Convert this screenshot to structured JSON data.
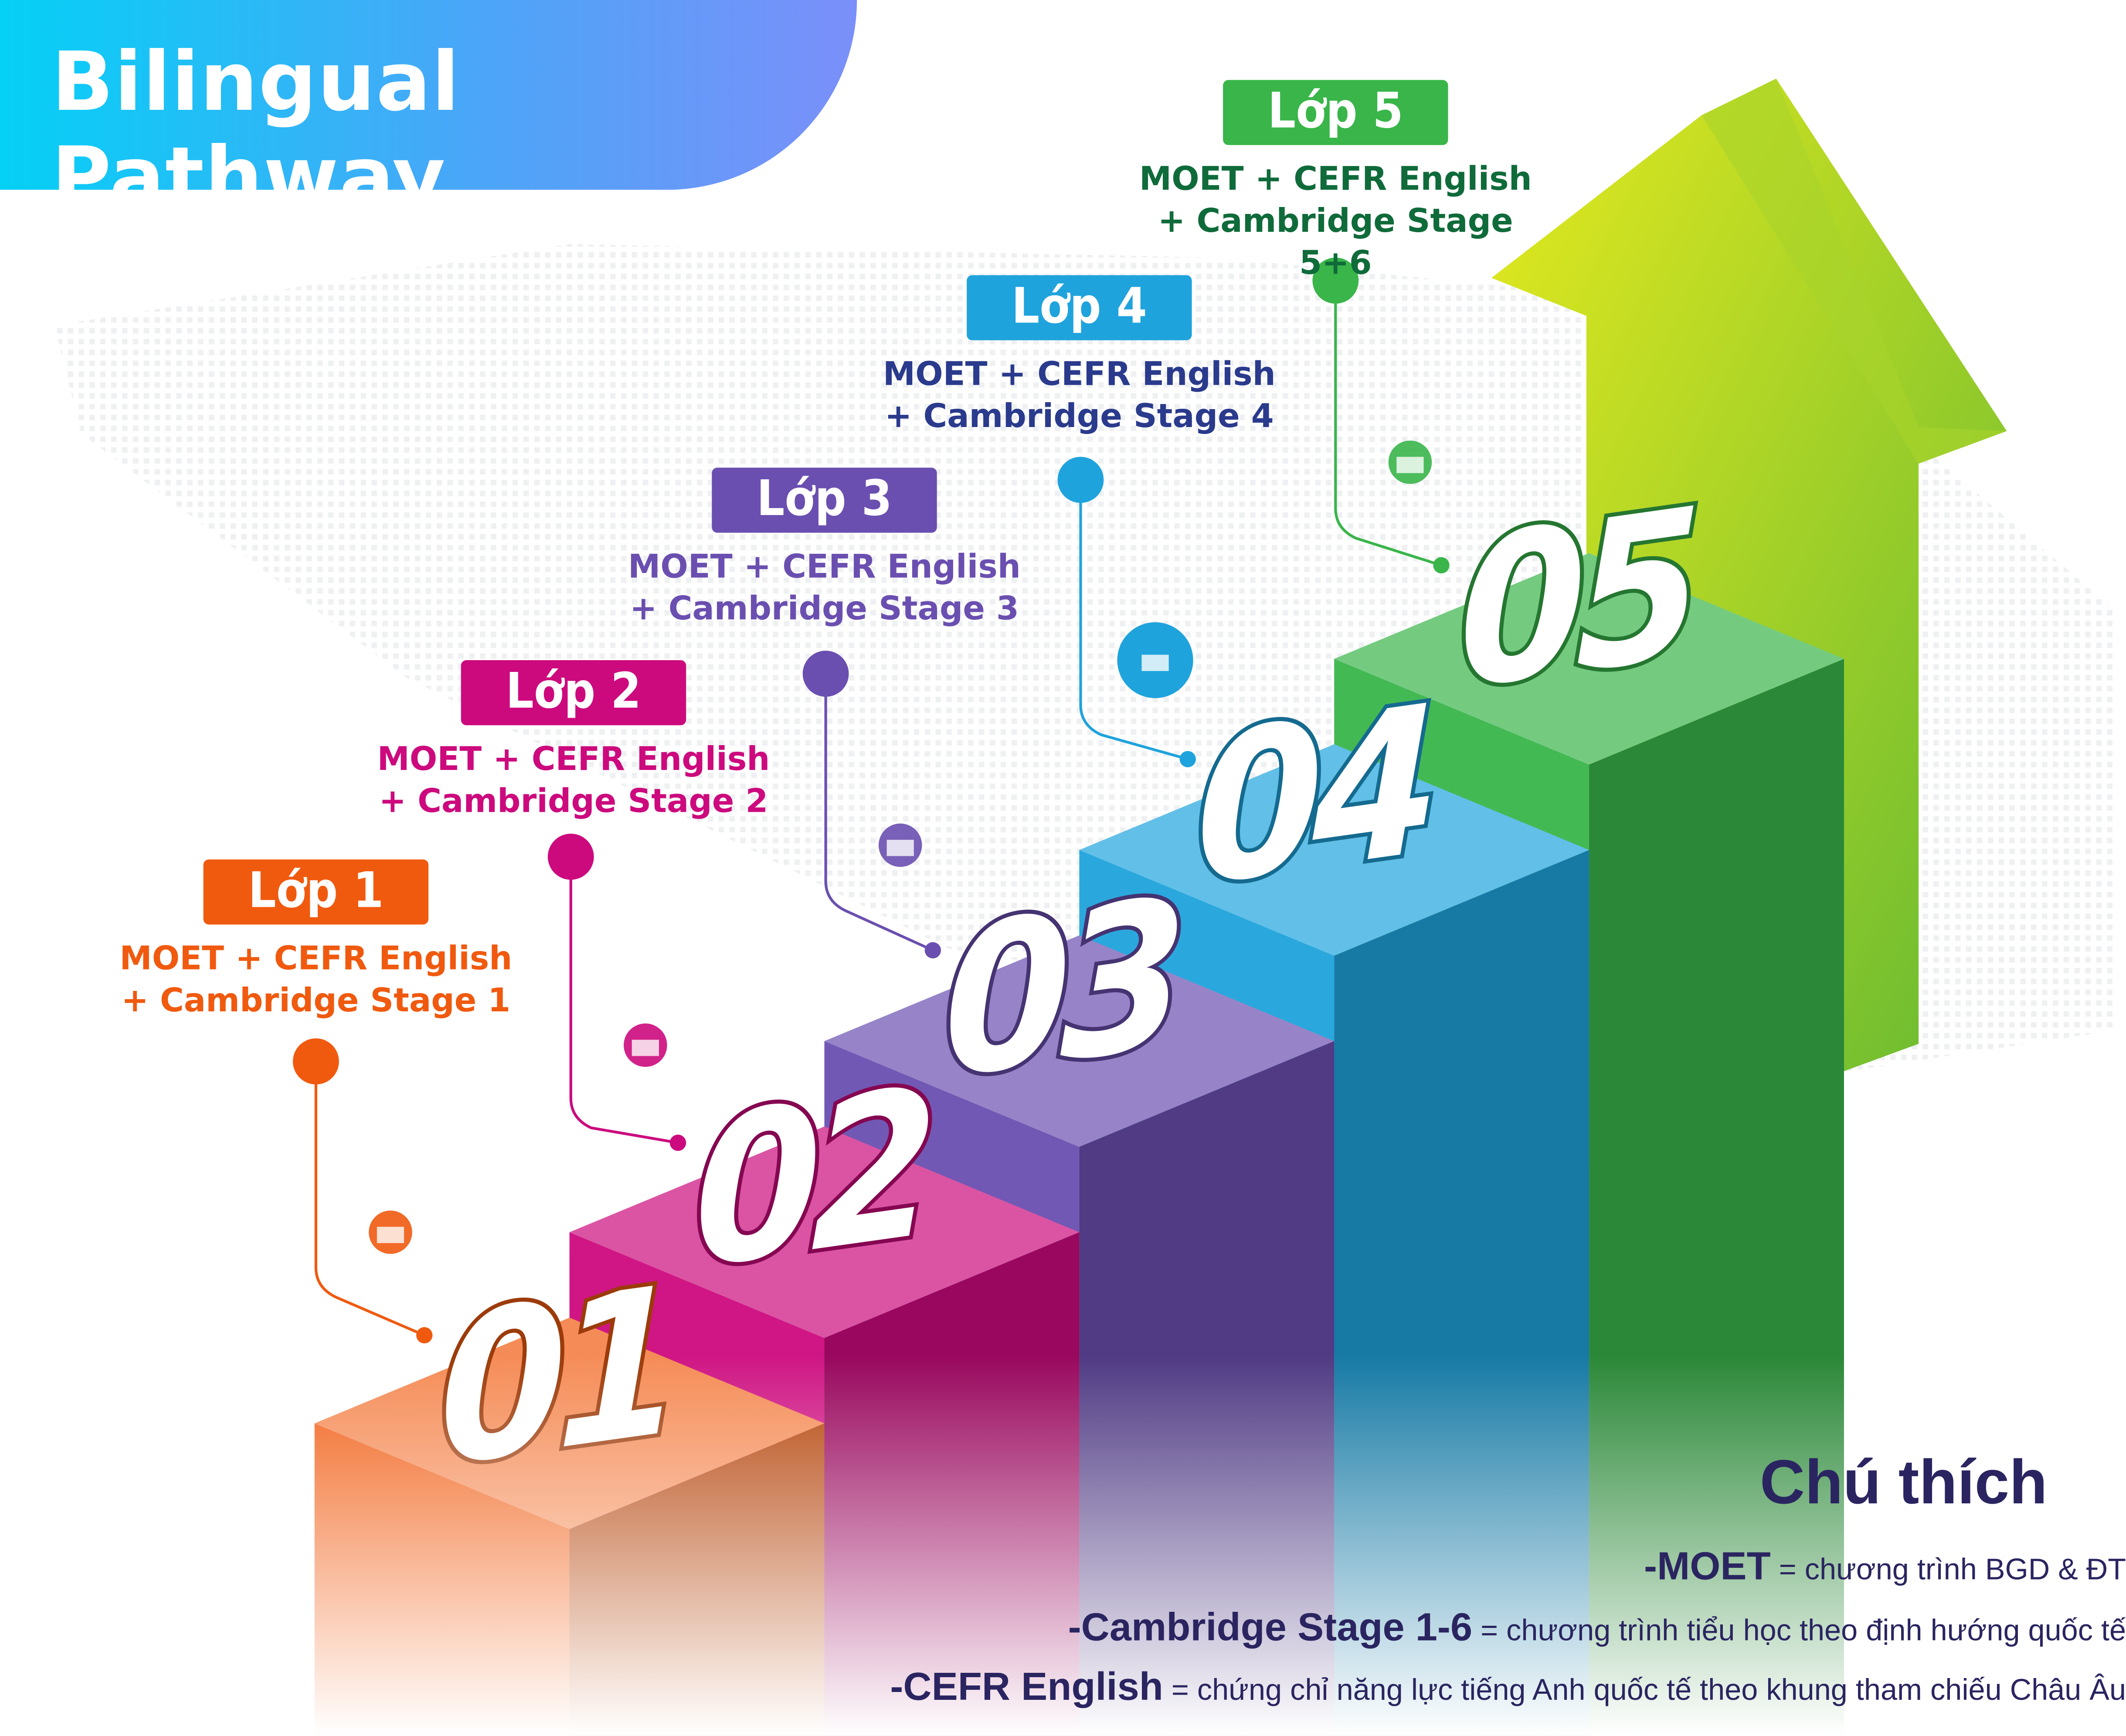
{
  "header": {
    "title": "Bilingual Pathway"
  },
  "levels": [
    {
      "badge": "Lớp 1",
      "line1": "MOET + CEFR English",
      "line2": "+ Cambridge Stage 1",
      "number": "01",
      "color": "#f05a0f",
      "text_color": "#f05a0f",
      "icon": "reading-student-icon"
    },
    {
      "badge": "Lớp 2",
      "line1": "MOET + CEFR English",
      "line2": "+ Cambridge Stage 2",
      "number": "02",
      "color": "#cc0a7d",
      "text_color": "#cc0a7d",
      "icon": "graduation-books-icon"
    },
    {
      "badge": "Lớp 3",
      "line1": "MOET + CEFR English",
      "line2": "+ Cambridge Stage 3",
      "number": "03",
      "color": "#6a4fb0",
      "text_color": "#6a4fb0",
      "icon": "head-gear-icon"
    },
    {
      "badge": "Lớp 4",
      "line1": "MOET + CEFR English",
      "line2": "+ Cambridge Stage 4",
      "number": "04",
      "color": "#1fa3dc",
      "text_color": "#2a3a8c",
      "icon": "open-book-icon"
    },
    {
      "badge": "Lớp 5",
      "line1": "MOET + CEFR English",
      "line2": "+ Cambridge Stage 5+6",
      "number": "05",
      "color": "#39b54a",
      "text_color": "#0f6b3a",
      "icon": "graduation-cap-icon"
    }
  ],
  "legend": {
    "title": "Chú thích",
    "items": [
      {
        "term": "-MOET",
        "definition": " = chương trình BGD & ĐT"
      },
      {
        "term": "-Cambridge Stage 1-6",
        "definition": " = chương trình tiểu học theo định hướng quốc tế"
      },
      {
        "term": "-CEFR English",
        "definition": " = chứng chỉ năng lực tiếng Anh quốc tế theo khung tham chiếu Châu Âu"
      }
    ]
  }
}
